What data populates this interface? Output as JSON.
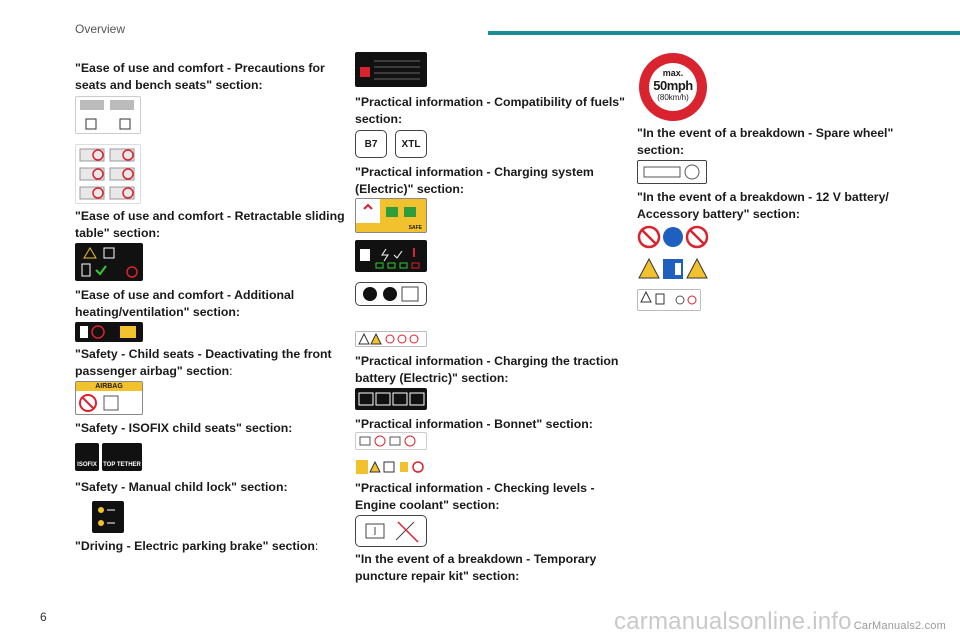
{
  "header": {
    "title": "Overview"
  },
  "page_number": "6",
  "watermark": {
    "main": "carmanualsonline.info",
    "small": "CarManuals2.com"
  },
  "col1": [
    "\"Ease of use and comfort - Precautions for seats and bench seats\" section:",
    "\"Ease of use and comfort - Retractable sliding table\" section:",
    "\"Ease of use and comfort - Additional heating/ventilation\" section:",
    "\"Safety - Child seats - Deactivating the front passenger airbag\" section",
    "\"Safety - ISOFIX child seats\" section:",
    "\"Safety - Manual child lock\" section:",
    "\"Driving - Electric parking brake\" section"
  ],
  "col2": [
    "\"Practical information - Compatibility of fuels\" section:",
    "\"Practical information - Charging system (Electric)\" section:",
    "\"Practical information - Charging the traction battery (Electric)\" section:",
    "\"Practical information - Bonnet\" section:",
    "\"Practical information - Checking levels - Engine coolant\" section:",
    "\"In the event of a breakdown - Temporary puncture repair kit\" section:"
  ],
  "col3": [
    "\"In the event of a breakdown - Spare wheel\" section:",
    "\"In the event of a breakdown - 12 V battery/ Accessory battery\" section:"
  ],
  "labels": {
    "airbag": "AIRBAG",
    "isofix": "ISOFIX",
    "top_tether": "TOP TETHER",
    "fuel_b7": "B7",
    "fuel_xtl": "XTL",
    "safe": "SAFE",
    "speed_max": "max.",
    "speed_mph": "50mph",
    "speed_kmh": "(80km/h)"
  },
  "colors": {
    "accent": "#1a8c94",
    "warning_yellow": "#f2c12e",
    "sign_red": "#d9232e"
  }
}
